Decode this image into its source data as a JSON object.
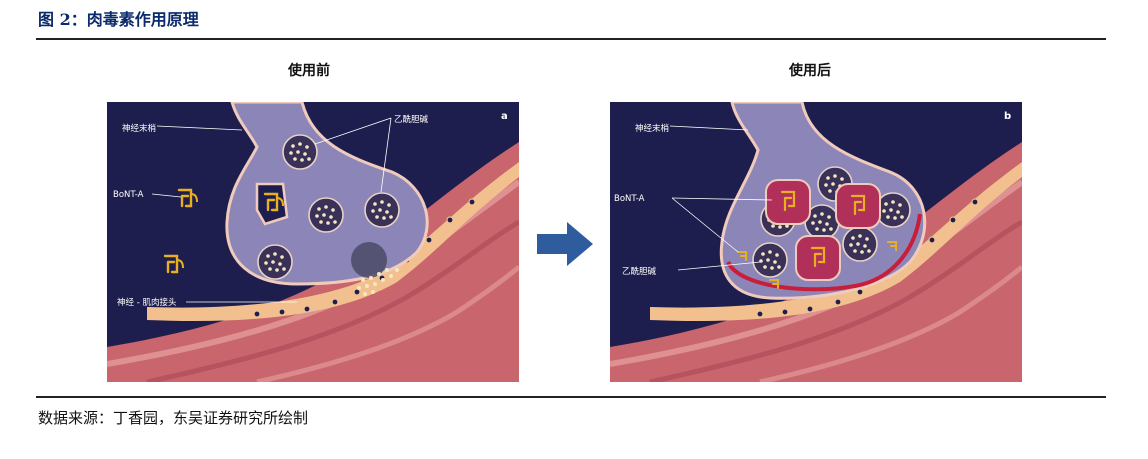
{
  "figure": {
    "title": "图 2：肉毒素作用原理"
  },
  "panels": {
    "before": {
      "heading": "使用前",
      "corner": "a",
      "labels": {
        "nerve_terminal": "神经末梢",
        "acetylcholine": "乙酰胆碱",
        "bont": "BoNT-A",
        "junction": "神经 - 肌肉接头"
      }
    },
    "after": {
      "heading": "使用后",
      "corner": "b",
      "labels": {
        "nerve_terminal": "神经末梢",
        "bont": "BoNT-A",
        "acetylcholine": "乙酰胆碱"
      }
    }
  },
  "source": "数据来源：丁香园，东吴证券研究所绘制",
  "colors": {
    "background": "#1e1e4e",
    "nerve": "#8c86b8",
    "muscle": "#c9656d",
    "membrane": "#f1c08e",
    "toxin": "#e8b021",
    "arrow": "#2f5c9c"
  }
}
